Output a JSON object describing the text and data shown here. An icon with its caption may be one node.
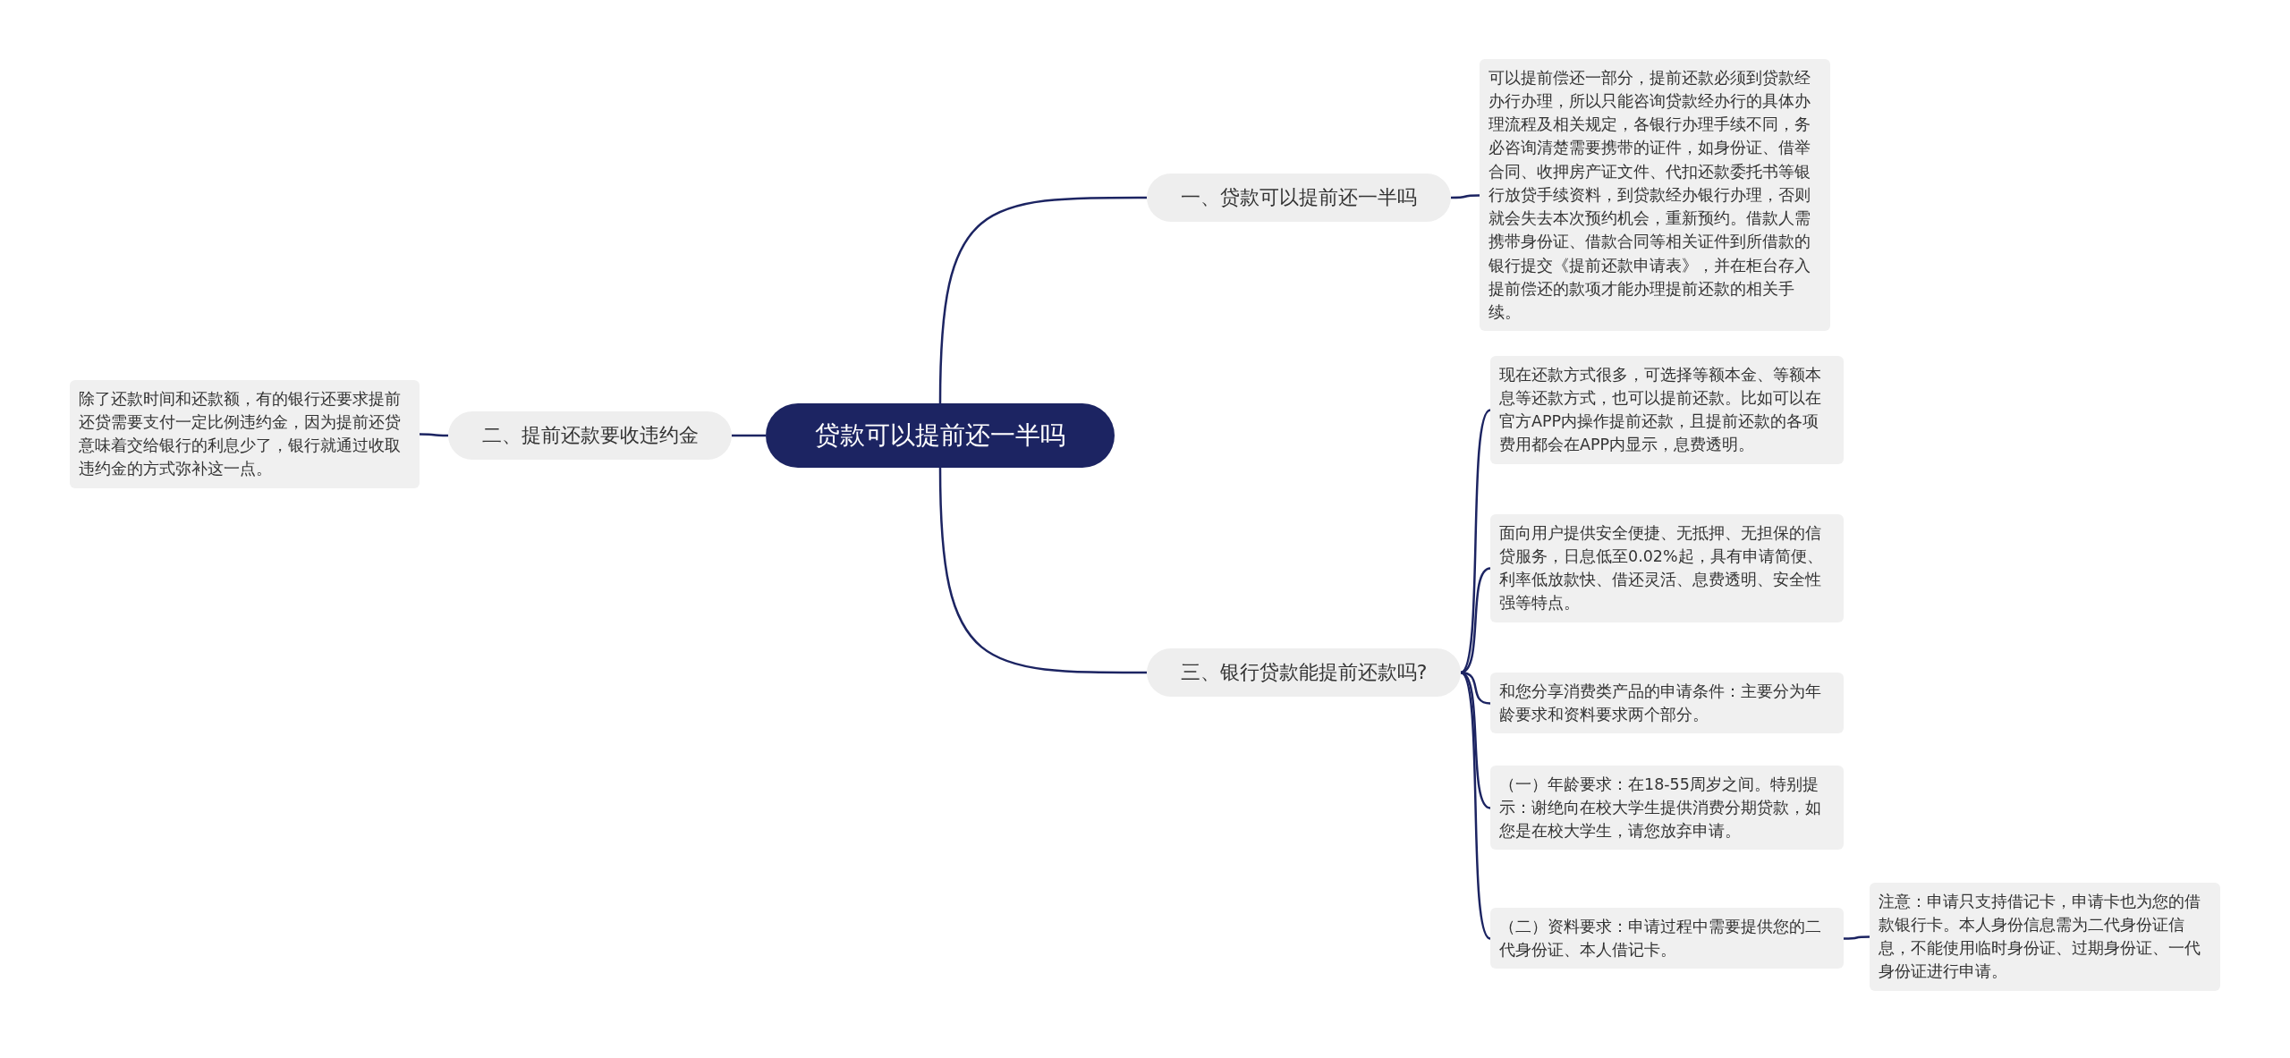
{
  "diagram": {
    "nodes": [
      {
        "text": [
          "贷款可以提前还一半吗"
        ]
      },
      {
        "text": [
          "一、贷款可以提前还一半吗"
        ]
      },
      {
        "text": [
          "可以提前偿还一部分，提前还款必须到贷款经办行办理，所以只能咨询贷款经办行的具体办理流程及相关规定，各银行办理手续不同，务必咨询清楚需要携带的证件，如身份证、借举合同、收押房产证文件、代扣还款委托书等银行放贷手续资料，到贷款经办银行办理，否则就会失去本次预约机会，重新预约。借款人需携带身份证、借款合同等相关证件到所借款的银行提交《提前还款申请表》，并在柜台存入提前偿还的款项才能办理提前还款的相关手续。"
        ]
      },
      {
        "text": [
          "二、提前还款要收违约金"
        ]
      },
      {
        "text": [
          "除了还款时间和还款额，有的银行还要求提前还贷需要支付一定比例违约金，因为提前还贷意味着交给银行的利息少了，银行就通过收取违约金的方式弥补这一点。"
        ]
      },
      {
        "text": [
          "三、银行贷款能提前还款吗?"
        ]
      },
      {
        "text": [
          "现在还款方式很多，可选择等额本金、等额本息等还款方式，也可以提前还款。比如可以在官方APP内操作提前还款，且提前还款的各项费用都会在APP内显示，息费透明。"
        ]
      },
      {
        "text": [
          "面向用户提供安全便捷、无抵押、无担保的信贷服务，日息低至0.02%起，具有申请简便、利率低放款快、借还灵活、息费透明、安全性强等特点。"
        ]
      },
      {
        "text": [
          "和您分享消费类产品的申请条件：主要分为年龄要求和资料要求两个部分。"
        ]
      },
      {
        "text": [
          "（一）年龄要求：在18-55周岁之间。特别提示：谢绝向在校大学生提供消费分期贷款，如您是在校大学生，请您放弃申请。"
        ]
      },
      {
        "text": [
          "（二）资料要求：申请过程中需要提供您的二代身份证、本人借记卡。"
        ]
      },
      {
        "text": [
          "注意：申请只支持借记卡，申请卡也为您的借款银行卡。本人身份信息需为二代身份证信息，不能使用临时身份证、过期身份证、一代身份证进行申请。"
        ]
      }
    ],
    "edges": [
      {
        "from": 0,
        "to": 1,
        "arrow": "none"
      },
      {
        "from": 1,
        "to": 2,
        "arrow": "none"
      },
      {
        "from": 0,
        "to": 3,
        "arrow": "none"
      },
      {
        "from": 3,
        "to": 4,
        "arrow": "none"
      },
      {
        "from": 0,
        "to": 5,
        "arrow": "none"
      },
      {
        "from": 5,
        "to": 6,
        "arrow": "none"
      },
      {
        "from": 5,
        "to": 7,
        "arrow": "none"
      },
      {
        "from": 5,
        "to": 8,
        "arrow": "none"
      },
      {
        "from": 5,
        "to": 9,
        "arrow": "none"
      },
      {
        "from": 5,
        "to": 10,
        "arrow": "none"
      },
      {
        "from": 10,
        "to": 11,
        "arrow": "none"
      }
    ]
  }
}
